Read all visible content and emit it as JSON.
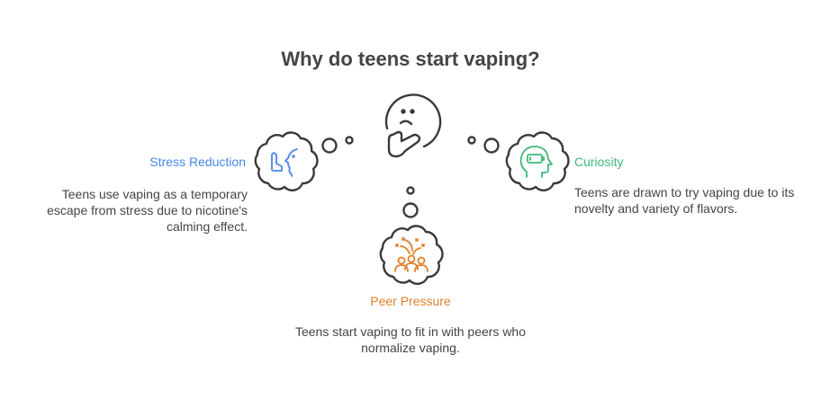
{
  "title": "Why do teens start vaping?",
  "colors": {
    "stress": "#4a86e8",
    "curiosity": "#3dbb78",
    "peer": "#e2802a",
    "stroke": "#3a3a3a"
  },
  "items": [
    {
      "label": "Stress Reduction",
      "description": "Teens use vaping as a temporary escape from stress due to nicotine's calming effect.",
      "icon": "inhaler-face-icon"
    },
    {
      "label": "Curiosity",
      "description": "Teens are drawn to try vaping due to its novelty and variety of flavors.",
      "icon": "head-battery-icon"
    },
    {
      "label": "Peer Pressure",
      "description": "Teens start vaping to fit in with peers who normalize vaping.",
      "icon": "group-celebration-icon"
    }
  ],
  "center_icon": "thinking-face-icon"
}
